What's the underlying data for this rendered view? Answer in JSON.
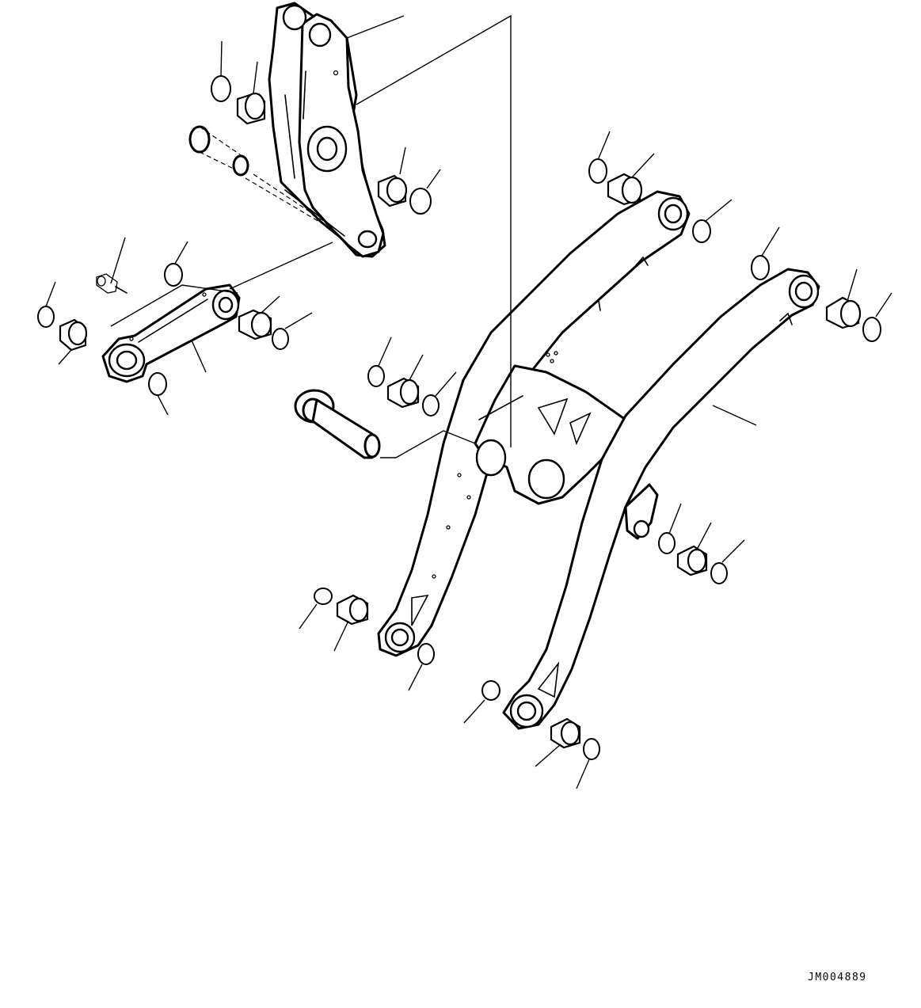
{
  "drawing": {
    "code": "JM004889",
    "background_color": "#ffffff",
    "line_color": "#000000",
    "parts": [
      {
        "name": "bell-crank"
      },
      {
        "name": "bell-crank-pin"
      },
      {
        "name": "bucket-link"
      },
      {
        "name": "grease-fitting"
      },
      {
        "name": "lift-arm-left"
      },
      {
        "name": "lift-arm-right"
      },
      {
        "name": "lift-arm-cross-tube"
      },
      {
        "name": "lift-arm-pivot-pin"
      },
      {
        "name": "bushing"
      },
      {
        "name": "o-ring-seal"
      }
    ]
  }
}
